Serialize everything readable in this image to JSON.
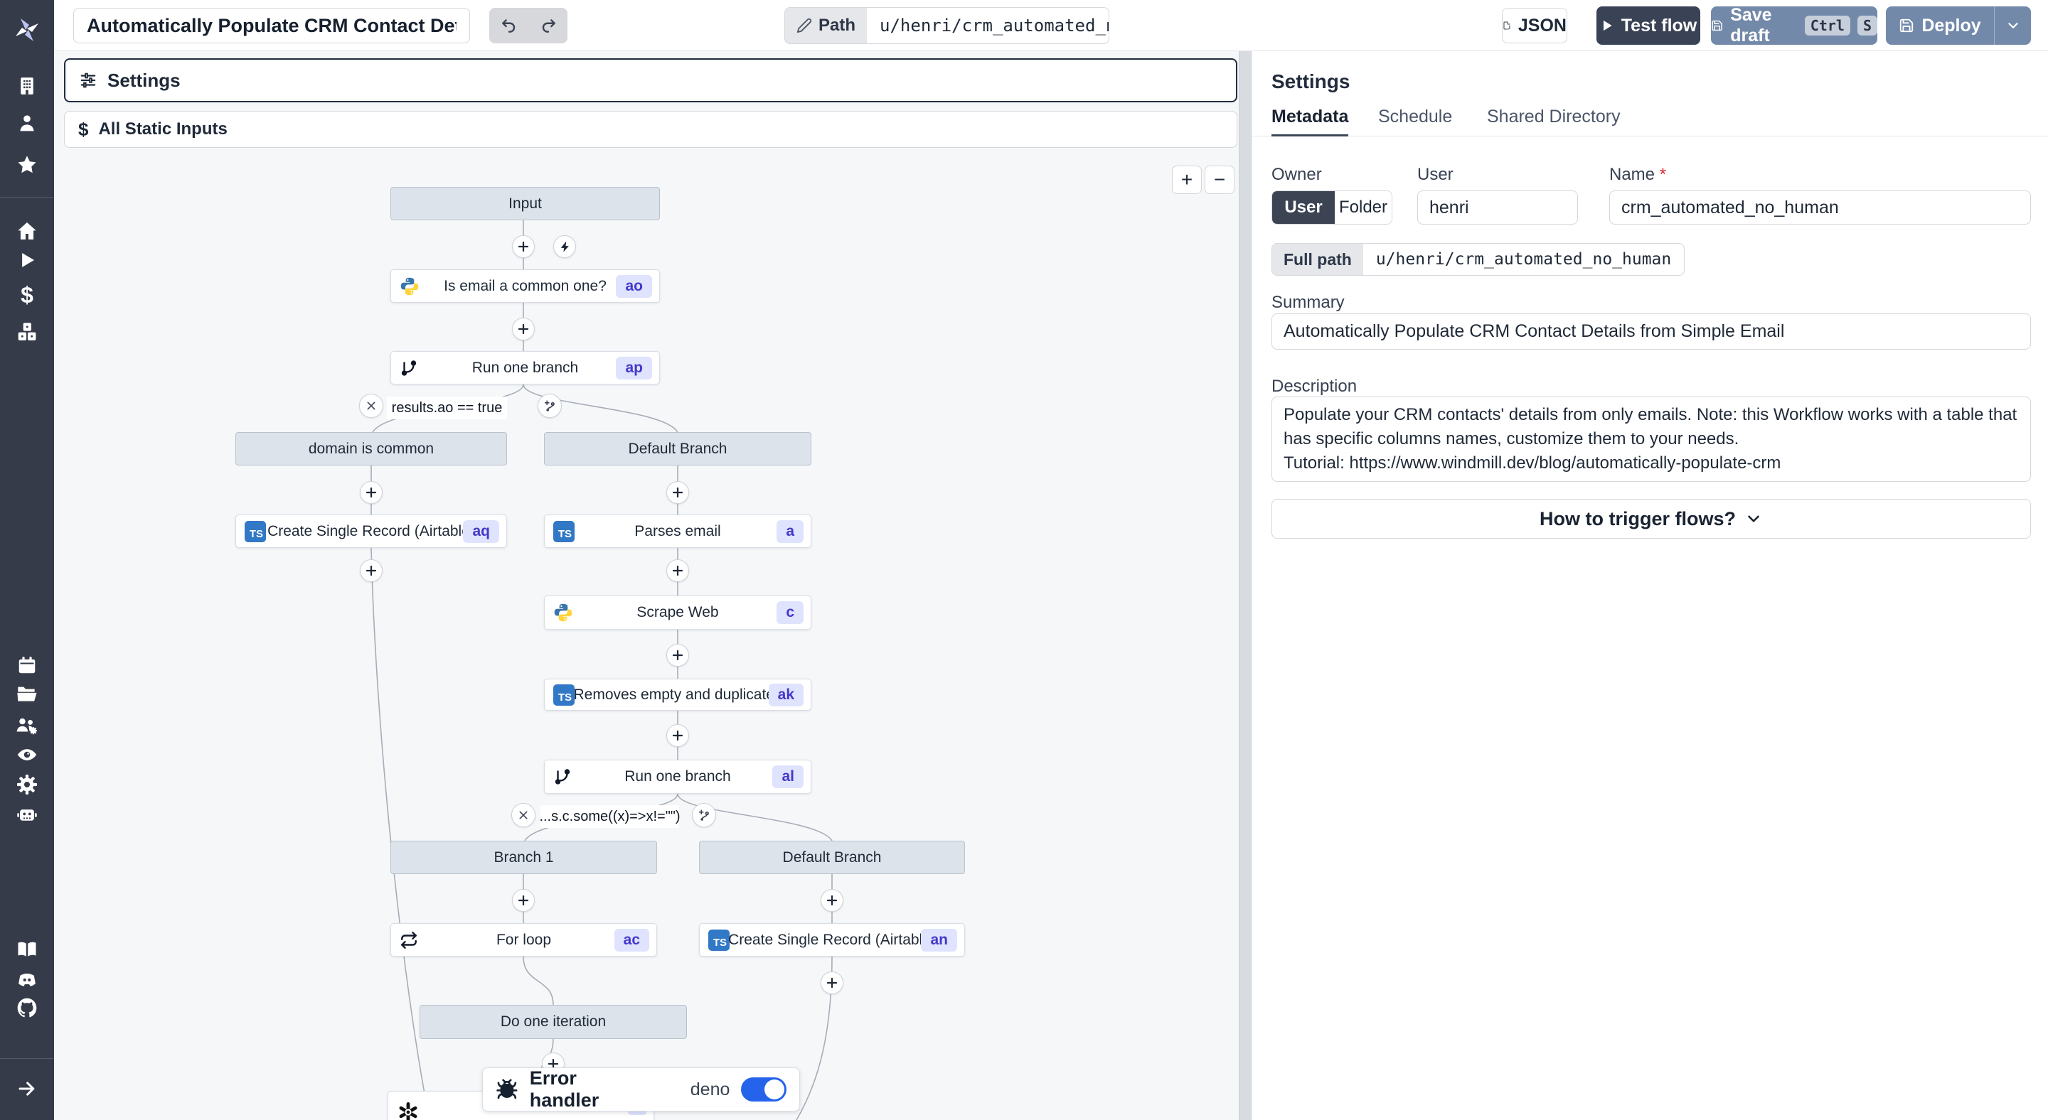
{
  "topbar": {
    "title_value": "Automatically Populate CRM Contact Details from",
    "path_label": "Path",
    "path_value": "u/henri/crm_automated_no_human",
    "json_label": "JSON",
    "test_flow_label": "Test flow",
    "save_draft_label": "Save draft",
    "shortcut_ctrl": "Ctrl",
    "shortcut_s": "S",
    "deploy_label": "Deploy"
  },
  "canvas": {
    "settings_bar_label": "Settings",
    "static_inputs_label": "All Static Inputs",
    "zoom_in": "+",
    "zoom_out": "−"
  },
  "flow": {
    "nodes": {
      "input": {
        "label": "Input"
      },
      "is_email": {
        "label": "Is email a common one?",
        "badge": "ao"
      },
      "run_branch_1": {
        "label": "Run one branch",
        "badge": "ap"
      },
      "domain_common": {
        "label": "domain is common"
      },
      "default_branch_1": {
        "label": "Default Branch"
      },
      "create_record_1": {
        "label": "Create Single Record (Airtable)",
        "badge": "aq"
      },
      "parses_email": {
        "label": "Parses email",
        "badge": "a"
      },
      "scrape_web": {
        "label": "Scrape Web",
        "badge": "c"
      },
      "removes_empty": {
        "label": "Removes empty and duplicates",
        "badge": "ak"
      },
      "run_branch_2": {
        "label": "Run one branch",
        "badge": "al"
      },
      "branch_1": {
        "label": "Branch 1"
      },
      "default_branch_2": {
        "label": "Default Branch"
      },
      "for_loop": {
        "label": "For loop",
        "badge": "ac"
      },
      "create_record_2": {
        "label": "Create Single Record (Airtable)",
        "badge": "an"
      },
      "do_one_iteration": {
        "label": "Do one iteration"
      },
      "openai_step": {
        "label": "",
        "badge": ""
      }
    },
    "conditions": {
      "first": "results.ao == true",
      "second": "...s.c.some((x)=>x!=\"\")"
    },
    "error_handler": {
      "label": "Error handler",
      "runtime": "deno",
      "enabled": true
    }
  },
  "right_panel": {
    "title": "Settings",
    "tabs": {
      "metadata": "Metadata",
      "schedule": "Schedule",
      "shared_directory": "Shared Directory"
    },
    "owner_label": "Owner",
    "owner_user": "User",
    "owner_folder": "Folder",
    "user_label": "User",
    "user_value": "henri",
    "name_label": "Name",
    "name_required": "*",
    "name_value": "crm_automated_no_human",
    "full_path_label": "Full path",
    "full_path_value": "u/henri/crm_automated_no_human",
    "summary_label": "Summary",
    "summary_value": "Automatically Populate CRM Contact Details from Simple Email",
    "description_label": "Description",
    "description_text": "Populate your CRM contacts' details from only emails. Note: this Workflow works with a table that has specific columns names, customize them to your needs.",
    "description_tutorial": "Tutorial: https://www.windmill.dev/blog/automatically-populate-crm",
    "how_to_trigger_label": "How to trigger flows?"
  },
  "colors": {
    "accent_toggle": "#2563eb",
    "dark_button": "#3a4355",
    "slate_button": "#7389a9",
    "badge_bg": "#dfe3fd",
    "badge_text": "#4338ca",
    "sidebar_bg": "#353b49",
    "canvas_bg": "#f6f7f9"
  }
}
